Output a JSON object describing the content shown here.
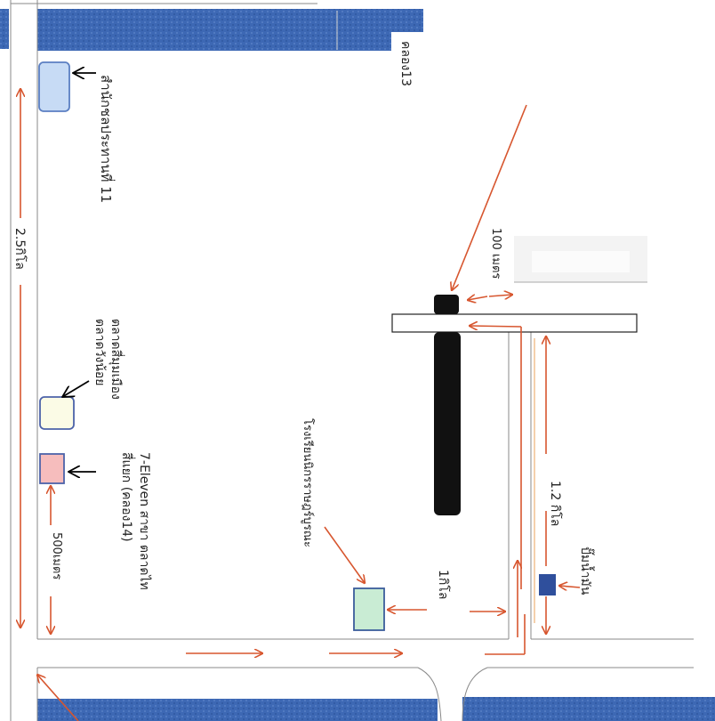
{
  "map": {
    "canal_label": "คลอง13",
    "office_label": "สำนักชลประทานที่ 11",
    "distance_2km": "2.5กิโล",
    "market_label_1": "ตลาดสี่มุมเมือง",
    "market_label_2": "ตลาดวังน้อย",
    "seven_label_1": "7-Eleven สาขา ตลาดไท",
    "seven_label_2": "สี่แยก (คลอง14)",
    "distance_500m": "500เมตร",
    "distance_100m": "100 เมตร",
    "school_label": "โรงเรียนนิกรราษฎร์บูรณะ",
    "distance_1_2km": "1.2 กิโล",
    "distance_1km": "1กิโล",
    "gas_label": "ปั๊มน้ำมัน"
  },
  "colors": {
    "road_blue": "#3d68b4",
    "arrow_red": "#d7562f",
    "office_fill": "#c7dbf5",
    "office_stroke": "#5b7fc2",
    "market_fill": "#fbfbe6",
    "market_stroke": "#4d63a9",
    "seven_fill": "#f6bdbd",
    "seven_stroke": "#4d63a9",
    "school_fill": "#c9ecd4",
    "school_stroke": "#3b5d9b",
    "gas_fill": "#2f4f9c",
    "building_fill": "#111111"
  }
}
